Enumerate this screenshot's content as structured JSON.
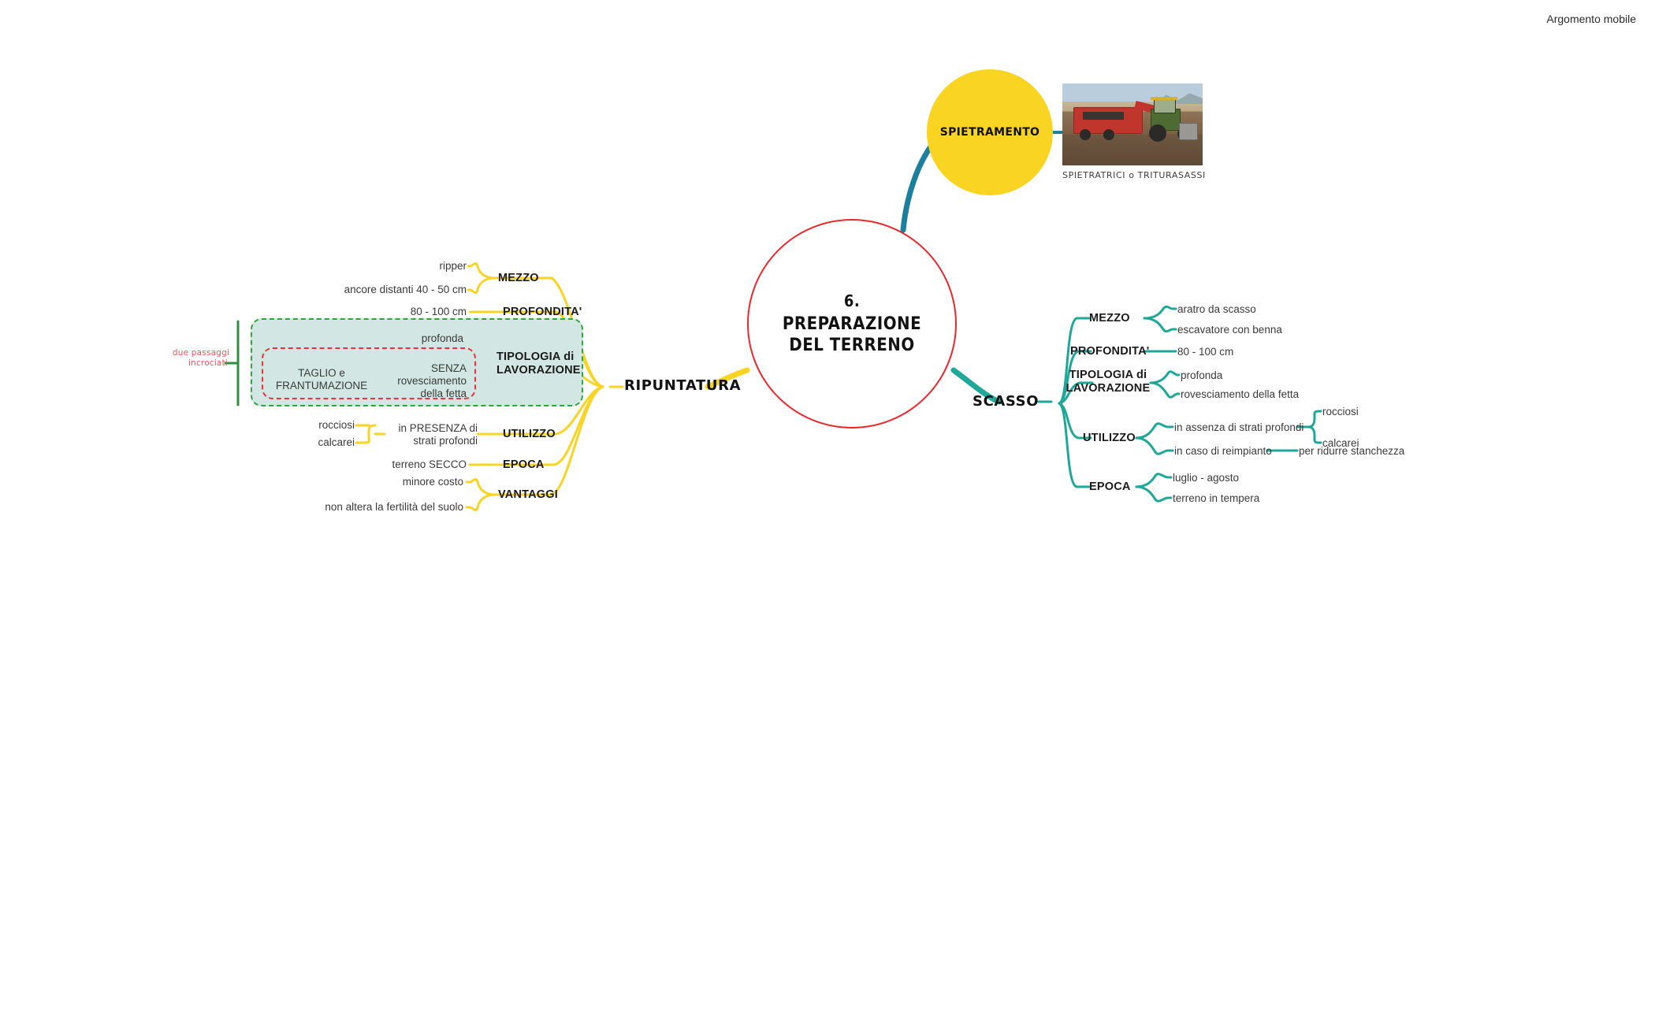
{
  "corner": {
    "label": "Argomento mobile"
  },
  "center": {
    "number": "6.",
    "title_line1": "PREPARAZIONE",
    "title_line2": "DEL TERRENO",
    "outline_color": "#e8282e"
  },
  "spietramento": {
    "label": "SPIETRAMENTO",
    "fill_color": "#f9d423",
    "connector_color": "#1c7f9e",
    "photo_caption": "SPIETRATRICI o TRITURASASSI",
    "photo_alt": "spietratrice rossa trainata da trattore in campo arato"
  },
  "ripuntatura": {
    "label": "RIPUNTATURA",
    "connector_color": "#f9d423",
    "annotation": {
      "line1": "due passaggi",
      "line2": "incrociati",
      "color": "#e8555b"
    },
    "group_box_green": "#2fa63c",
    "group_box_red": "#e8333a",
    "group_box_fill": "#d2e7e3",
    "subs": [
      {
        "label": "MEZZO",
        "leaves": [
          "ripper",
          "ancore distanti 40 - 50 cm"
        ]
      },
      {
        "label_line1": "PROFONDITA'",
        "label": "PROFONDITA'",
        "leaves": [
          "80 - 100 cm"
        ]
      },
      {
        "label_line1": "TIPOLOGIA di",
        "label_line2": "LAVORAZIONE",
        "label": "TIPOLOGIA di LAVORAZIONE",
        "leaves": [
          "profonda",
          "SENZA rovesciamento della fetta"
        ],
        "leaf2_line1": "SENZA",
        "leaf2_line2": "rovesciamento",
        "leaf2_line3": "della fetta",
        "boxed_leaf_line1": "TAGLIO e",
        "boxed_leaf_line2": "FRANTUMAZIONE"
      },
      {
        "label": "UTILIZZO",
        "leaf_line1": "in PRESENZA di",
        "leaf_line2": "strati profondi",
        "leaves": [
          "rocciosi",
          "calcarei"
        ]
      },
      {
        "label": "EPOCA",
        "leaves": [
          "terreno SECCO"
        ]
      },
      {
        "label": "VANTAGGI",
        "leaves": [
          "minore costo",
          "non altera la fertilità del suolo"
        ]
      }
    ]
  },
  "scasso": {
    "label": "SCASSO",
    "connector_color": "#1fa89a",
    "subs": [
      {
        "label": "MEZZO",
        "leaves": [
          "aratro da scasso",
          "escavatore con benna"
        ]
      },
      {
        "label": "PROFONDITA'",
        "leaves": [
          "80 - 100 cm"
        ]
      },
      {
        "label_line1": "TIPOLOGIA di",
        "label_line2": "LAVORAZIONE",
        "label": "TIPOLOGIA di LAVORAZIONE",
        "leaves": [
          "profonda",
          "rovesciamento della fetta"
        ]
      },
      {
        "label": "UTILIZZO",
        "leaves": [
          "in assenza di strati profondi",
          "in caso di reimpianto"
        ],
        "sub_leaves_a": [
          "rocciosi",
          "calcarei"
        ],
        "sub_leaf_b": "per ridurre stanchezza"
      },
      {
        "label": "EPOCA",
        "leaves": [
          "luglio - agosto",
          "terreno in tempera"
        ]
      }
    ]
  }
}
